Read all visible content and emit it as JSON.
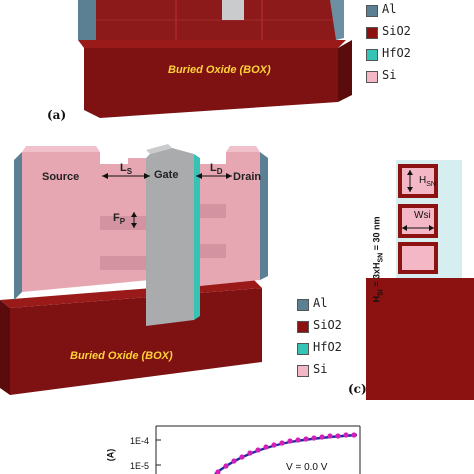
{
  "panel_a": {
    "label": "(a)",
    "box_label": "Buried Oxide (BOX)",
    "legend": [
      {
        "text": "Al",
        "color": "#5b7f93"
      },
      {
        "text": "SiO2",
        "color": "#8c1212"
      },
      {
        "text": "HfO2",
        "color": "#35c3b5"
      },
      {
        "text": "Si",
        "color": "#f3b7c6"
      }
    ]
  },
  "panel_b": {
    "source": "Source",
    "gate": "Gate",
    "drain": "Drain",
    "ls": "L",
    "ls_sub": "S",
    "ld": "L",
    "ld_sub": "D",
    "fp": "F",
    "fp_sub": "P",
    "box_label": "Buried Oxide (BOX)",
    "legend": [
      {
        "text": "Al",
        "color": "#5b7f93"
      },
      {
        "text": "SiO2",
        "color": "#8c1212"
      },
      {
        "text": "HfO2",
        "color": "#35c3b5"
      },
      {
        "text": "Si",
        "color": "#f3b7c6"
      }
    ]
  },
  "panel_c": {
    "label": "(c)",
    "hsn": "H",
    "hsn_sub": "SN",
    "wsi": "Wsi",
    "hsi_eq": "H",
    "hsi_sub": "Si",
    "hsi_rest": " = 3xH",
    "hsi_rest_sub": "SN",
    "hsi_tail": " = 30 nm"
  },
  "panel_d": {
    "ylabel": "(A)",
    "ytick_top": "1E-4",
    "ytick_2": "1E-5",
    "annotation": "V  = 0.0 V"
  },
  "colors": {
    "al": "#5b7f93",
    "sio2": "#8c1212",
    "hfo2": "#35c3b5",
    "si": "#f3b7c6",
    "gate_gray": "#a9abad",
    "curve_blue": "#1a2f9e",
    "marker_magenta": "#d51fb8"
  }
}
